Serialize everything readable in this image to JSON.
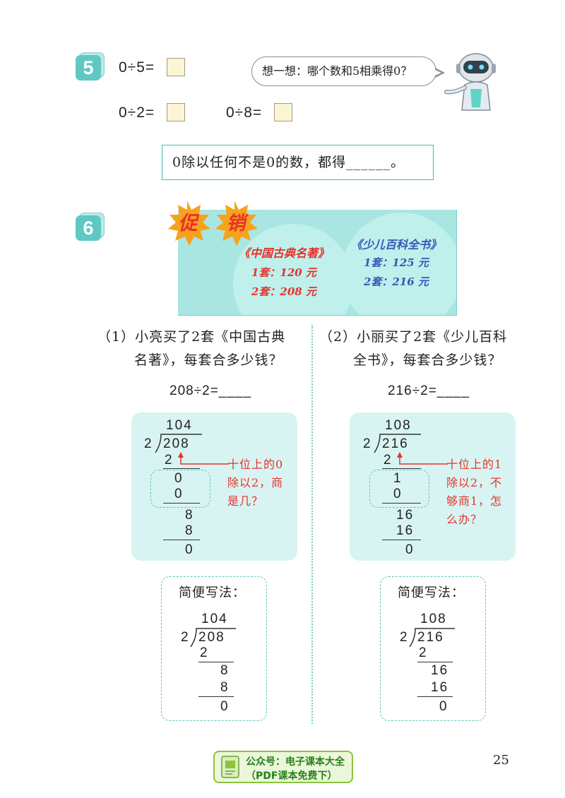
{
  "problem5": {
    "number": "5",
    "equations": [
      "0÷5=",
      "0÷2=",
      "0÷8="
    ],
    "hint": "想一想：哪个数和5相乘得0？",
    "rule": "0除以任何不是0的数，都得______。"
  },
  "problem6": {
    "number": "6",
    "promo_chars": [
      "促",
      "销"
    ],
    "book1": {
      "title": "《中国古典名著》",
      "price1": "1套：120 元",
      "price2": "2套：208 元"
    },
    "book2": {
      "title": "《少儿百科全书》",
      "price1": "1套：125 元",
      "price2": "2套：216 元"
    },
    "q1": {
      "line1": "（1）小亮买了2套《中国古典",
      "line2": "名著》，每套合多少钱？",
      "equation": "208÷2=____"
    },
    "q2": {
      "line1": "（2）小丽买了2套《少儿百科",
      "line2": "全书》，每套合多少钱？",
      "equation": "216÷2=____"
    },
    "left_work": {
      "quotient": "104",
      "divisor": "2",
      "dividend": "208",
      "steps": [
        "2",
        "0",
        "0",
        "8",
        "8",
        "0"
      ],
      "note_lines": [
        "十位上的0",
        "除以2，商",
        "是几？"
      ]
    },
    "right_work": {
      "quotient": "108",
      "divisor": "2",
      "dividend": "216",
      "steps": [
        "2",
        "1",
        "0",
        "16",
        "16",
        "0"
      ],
      "note_lines": [
        "十位上的1",
        "除以2，不",
        "够商1，怎",
        "么办？"
      ]
    },
    "simple_title": "简便写法：",
    "left_simple": {
      "quotient": "104",
      "divisor": "2",
      "dividend": "208",
      "steps": [
        "2",
        "8",
        "8",
        "0"
      ]
    },
    "right_simple": {
      "quotient": "108",
      "divisor": "2",
      "dividend": "216",
      "steps": [
        "2",
        "16",
        "16",
        "0"
      ]
    }
  },
  "page_number": "25",
  "footer": {
    "line1": "公众号：电子课本大全",
    "line2": "（PDF课本免费下）"
  },
  "colors": {
    "teal": "#5fc8c4",
    "promo_bg": "#a9e6e2",
    "red": "#e8312a",
    "blue": "#3657b5"
  }
}
